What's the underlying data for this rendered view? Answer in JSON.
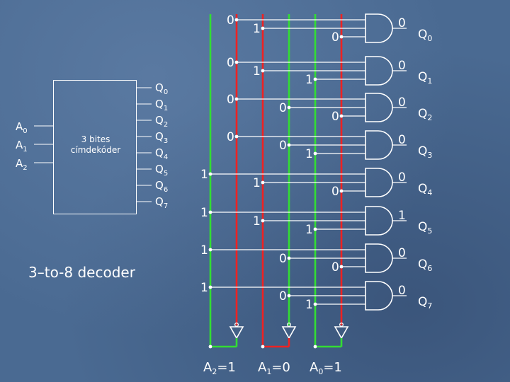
{
  "decoder": {
    "box_label": "3 bites\ncímdekóder",
    "inputs": [
      {
        "name": "A",
        "sub": "0"
      },
      {
        "name": "A",
        "sub": "1"
      },
      {
        "name": "A",
        "sub": "2"
      }
    ],
    "outputs": [
      {
        "name": "Q",
        "sub": "0"
      },
      {
        "name": "Q",
        "sub": "1"
      },
      {
        "name": "Q",
        "sub": "2"
      },
      {
        "name": "Q",
        "sub": "3"
      },
      {
        "name": "Q",
        "sub": "4"
      },
      {
        "name": "Q",
        "sub": "5"
      },
      {
        "name": "Q",
        "sub": "6"
      },
      {
        "name": "Q",
        "sub": "7"
      }
    ],
    "caption": "3–to-8 decoder"
  },
  "circuit": {
    "bus_labels": [
      {
        "name": "A",
        "sub": "2",
        "eq": "=",
        "value": "1"
      },
      {
        "name": "A",
        "sub": "1",
        "eq": "=",
        "value": "0"
      },
      {
        "name": "A",
        "sub": "0",
        "eq": "=",
        "value": "1"
      }
    ],
    "gates": [
      {
        "a0": "0",
        "a1": "1",
        "a2": "0",
        "out": "0",
        "q": "Q",
        "qsub": "0"
      },
      {
        "a0": "1",
        "a1": "1",
        "a2": "0",
        "out": "0",
        "q": "Q",
        "qsub": "1"
      },
      {
        "a0": "0",
        "a1": "0",
        "a2": "0",
        "out": "0",
        "q": "Q",
        "qsub": "2"
      },
      {
        "a0": "1",
        "a1": "0",
        "a2": "0",
        "out": "0",
        "q": "Q",
        "qsub": "3"
      },
      {
        "a0": "0",
        "a1": "1",
        "a2": "1",
        "out": "0",
        "q": "Q",
        "qsub": "4"
      },
      {
        "a0": "1",
        "a1": "1",
        "a2": "1",
        "out": "1",
        "q": "Q",
        "qsub": "5"
      },
      {
        "a0": "0",
        "a1": "0",
        "a2": "1",
        "out": "0",
        "q": "Q",
        "qsub": "6"
      },
      {
        "a0": "1",
        "a1": "0",
        "a2": "1",
        "out": "0",
        "q": "Q",
        "qsub": "7"
      }
    ],
    "colors": {
      "green": "#33dd33",
      "red": "#ee2222",
      "white": "#ffffff",
      "label": "#ffffff",
      "value": "#ffffff"
    }
  }
}
